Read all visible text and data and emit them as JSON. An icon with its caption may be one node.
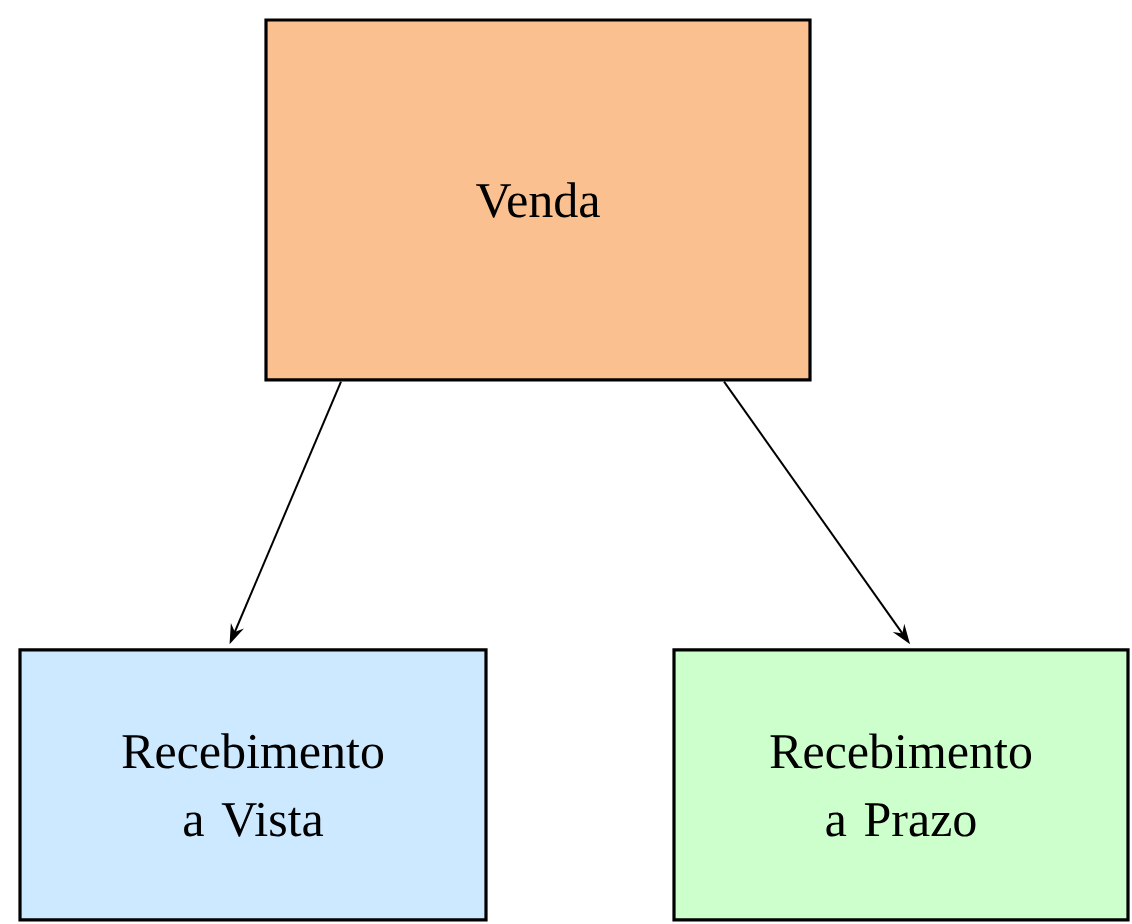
{
  "diagram": {
    "nodes": [
      {
        "text": [
          "Venda"
        ]
      },
      {
        "text": [
          "Recebimento a Vista"
        ]
      },
      {
        "text": [
          "Recebimento a Prazo"
        ]
      }
    ],
    "edges": [
      {
        "from": 0,
        "to": 1,
        "arrow": "to"
      },
      {
        "from": 0,
        "to": 2,
        "arrow": "to"
      }
    ]
  }
}
